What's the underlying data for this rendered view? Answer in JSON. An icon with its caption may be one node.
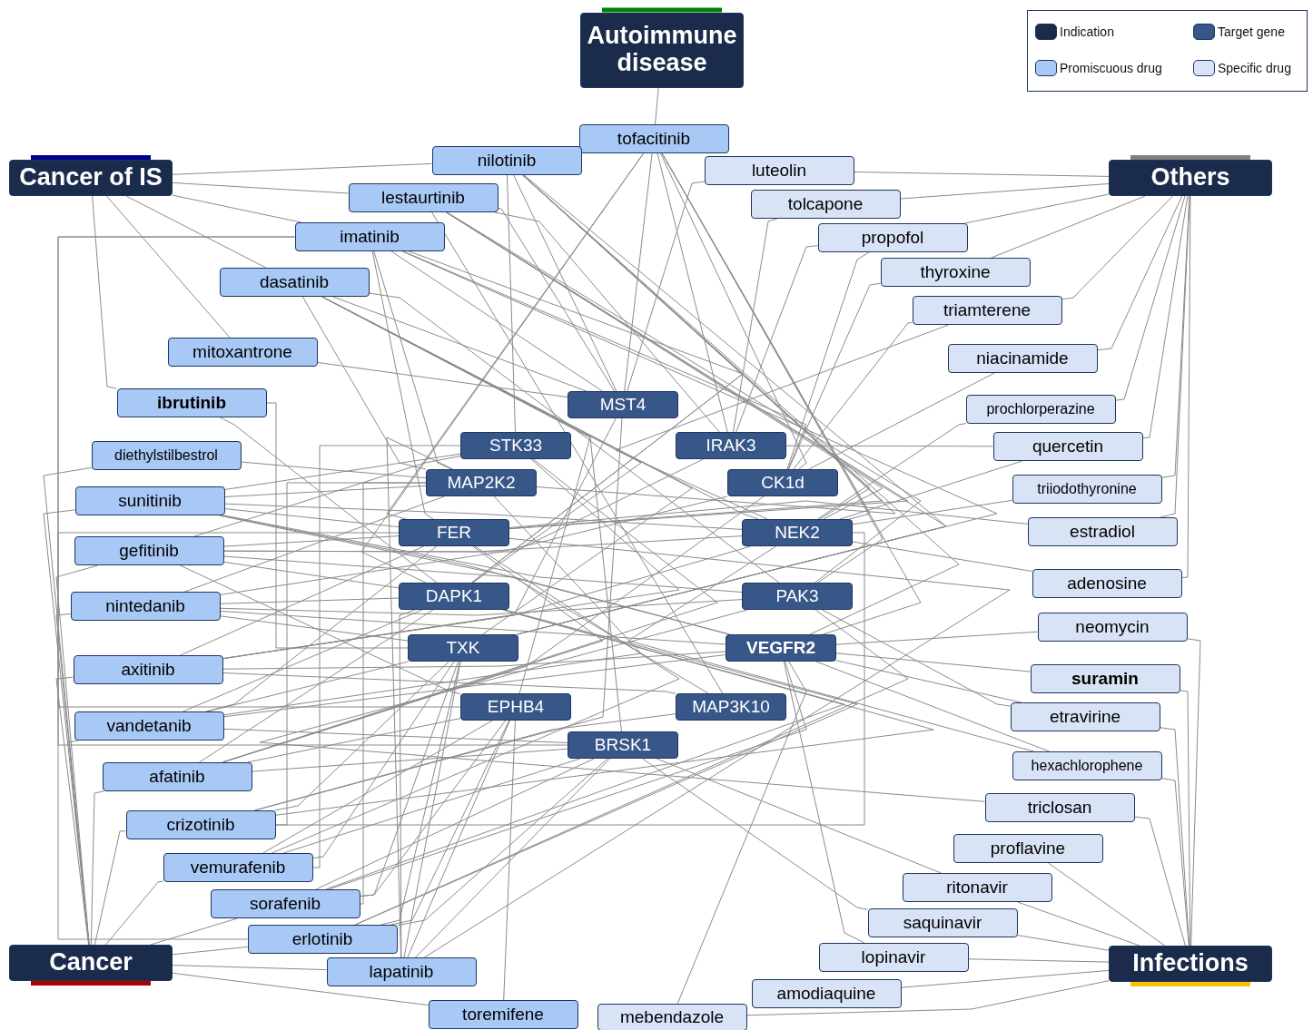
{
  "diagram": {
    "nodes": [
      {
        "text": [
          "Autoimmune disease"
        ]
      },
      {
        "text": [
          "Cancer of IS"
        ]
      },
      {
        "text": [
          "Others"
        ]
      },
      {
        "text": [
          "Cancer"
        ]
      },
      {
        "text": [
          "Infections"
        ]
      },
      {
        "text": [
          "MST4"
        ]
      },
      {
        "text": [
          "STK33"
        ]
      },
      {
        "text": [
          "IRAK3"
        ]
      },
      {
        "text": [
          "MAP2K2"
        ]
      },
      {
        "text": [
          "CK1d"
        ]
      },
      {
        "text": [
          "FER"
        ]
      },
      {
        "text": [
          "NEK2"
        ]
      },
      {
        "text": [
          "DAPK1"
        ]
      },
      {
        "text": [
          "PAK3"
        ]
      },
      {
        "text": [
          "TXK"
        ]
      },
      {
        "text": [
          "VEGFR2"
        ]
      },
      {
        "text": [
          "EPHB4"
        ]
      },
      {
        "text": [
          "MAP3K10"
        ]
      },
      {
        "text": [
          "BRSK1"
        ]
      },
      {
        "text": [
          "tofacitinib"
        ]
      },
      {
        "text": [
          "nilotinib"
        ]
      },
      {
        "text": [
          "lestaurtinib"
        ]
      },
      {
        "text": [
          "imatinib"
        ]
      },
      {
        "text": [
          "dasatinib"
        ]
      },
      {
        "text": [
          "mitoxantrone"
        ]
      },
      {
        "text": [
          "ibrutinib"
        ]
      },
      {
        "text": [
          "diethylstilbestrol"
        ]
      },
      {
        "text": [
          "sunitinib"
        ]
      },
      {
        "text": [
          "gefitinib"
        ]
      },
      {
        "text": [
          "nintedanib"
        ]
      },
      {
        "text": [
          "axitinib"
        ]
      },
      {
        "text": [
          "vandetanib"
        ]
      },
      {
        "text": [
          "afatinib"
        ]
      },
      {
        "text": [
          "crizotinib"
        ]
      },
      {
        "text": [
          "vemurafenib"
        ]
      },
      {
        "text": [
          "sorafenib"
        ]
      },
      {
        "text": [
          "erlotinib"
        ]
      },
      {
        "text": [
          "lapatinib"
        ]
      },
      {
        "text": [
          "toremifene"
        ]
      },
      {
        "text": [
          "luteolin"
        ]
      },
      {
        "text": [
          "tolcapone"
        ]
      },
      {
        "text": [
          "propofol"
        ]
      },
      {
        "text": [
          "thyroxine"
        ]
      },
      {
        "text": [
          "triamterene"
        ]
      },
      {
        "text": [
          "niacinamide"
        ]
      },
      {
        "text": [
          "prochlorperazine"
        ]
      },
      {
        "text": [
          "quercetin"
        ]
      },
      {
        "text": [
          "triiodothyronine"
        ]
      },
      {
        "text": [
          "estradiol"
        ]
      },
      {
        "text": [
          "adenosine"
        ]
      },
      {
        "text": [
          "neomycin"
        ]
      },
      {
        "text": [
          "suramin"
        ]
      },
      {
        "text": [
          "etravirine"
        ]
      },
      {
        "text": [
          "hexachlorophene"
        ]
      },
      {
        "text": [
          "triclosan"
        ]
      },
      {
        "text": [
          "proflavine"
        ]
      },
      {
        "text": [
          "ritonavir"
        ]
      },
      {
        "text": [
          "saquinavir"
        ]
      },
      {
        "text": [
          "lopinavir"
        ]
      },
      {
        "text": [
          "amodiaquine"
        ]
      },
      {
        "text": [
          "mebendazole"
        ]
      }
    ],
    "edges": [
      {
        "from": 19,
        "to": 0,
        "arrow": "none"
      },
      {
        "from": 20,
        "to": 1,
        "arrow": "none"
      },
      {
        "from": 21,
        "to": 1,
        "arrow": "none"
      },
      {
        "from": 22,
        "to": 1,
        "arrow": "none"
      },
      {
        "from": 23,
        "to": 1,
        "arrow": "none"
      },
      {
        "from": 24,
        "to": 1,
        "arrow": "none"
      },
      {
        "from": 25,
        "to": 1,
        "arrow": "none"
      },
      {
        "from": 39,
        "to": 2,
        "arrow": "none"
      },
      {
        "from": 40,
        "to": 2,
        "arrow": "none"
      },
      {
        "from": 41,
        "to": 2,
        "arrow": "none"
      },
      {
        "from": 42,
        "to": 2,
        "arrow": "none"
      },
      {
        "from": 43,
        "to": 2,
        "arrow": "none"
      },
      {
        "from": 44,
        "to": 2,
        "arrow": "none"
      },
      {
        "from": 45,
        "to": 2,
        "arrow": "none"
      },
      {
        "from": 46,
        "to": 2,
        "arrow": "none"
      },
      {
        "from": 47,
        "to": 2,
        "arrow": "none"
      },
      {
        "from": 48,
        "to": 2,
        "arrow": "none"
      },
      {
        "from": 49,
        "to": 2,
        "arrow": "none"
      },
      {
        "from": 26,
        "to": 3,
        "arrow": "none"
      },
      {
        "from": 27,
        "to": 3,
        "arrow": "none"
      },
      {
        "from": 28,
        "to": 3,
        "arrow": "none"
      },
      {
        "from": 29,
        "to": 3,
        "arrow": "none"
      },
      {
        "from": 30,
        "to": 3,
        "arrow": "none"
      },
      {
        "from": 31,
        "to": 3,
        "arrow": "none"
      },
      {
        "from": 32,
        "to": 3,
        "arrow": "none"
      },
      {
        "from": 33,
        "to": 3,
        "arrow": "none"
      },
      {
        "from": 34,
        "to": 3,
        "arrow": "none"
      },
      {
        "from": 35,
        "to": 3,
        "arrow": "none"
      },
      {
        "from": 36,
        "to": 3,
        "arrow": "none"
      },
      {
        "from": 37,
        "to": 3,
        "arrow": "none"
      },
      {
        "from": 38,
        "to": 3,
        "arrow": "none"
      },
      {
        "from": 50,
        "to": 4,
        "arrow": "none"
      },
      {
        "from": 51,
        "to": 4,
        "arrow": "none"
      },
      {
        "from": 52,
        "to": 4,
        "arrow": "none"
      },
      {
        "from": 53,
        "to": 4,
        "arrow": "none"
      },
      {
        "from": 54,
        "to": 4,
        "arrow": "none"
      },
      {
        "from": 55,
        "to": 4,
        "arrow": "none"
      },
      {
        "from": 56,
        "to": 4,
        "arrow": "none"
      },
      {
        "from": 57,
        "to": 4,
        "arrow": "none"
      },
      {
        "from": 58,
        "to": 4,
        "arrow": "none"
      },
      {
        "from": 59,
        "to": 4,
        "arrow": "none"
      },
      {
        "from": 60,
        "to": 4,
        "arrow": "none"
      },
      {
        "from": 19,
        "to": 5,
        "arrow": "none"
      },
      {
        "from": 19,
        "to": 7,
        "arrow": "none"
      },
      {
        "from": 19,
        "to": 9,
        "arrow": "none"
      },
      {
        "from": 19,
        "to": 11,
        "arrow": "none"
      },
      {
        "from": 19,
        "to": 13,
        "arrow": "none"
      },
      {
        "from": 19,
        "to": 15,
        "arrow": "none"
      },
      {
        "from": 19,
        "to": 10,
        "arrow": "none"
      },
      {
        "from": 19,
        "to": 12,
        "arrow": "none"
      },
      {
        "from": 20,
        "to": 6,
        "arrow": "none"
      },
      {
        "from": 20,
        "to": 8,
        "arrow": "none"
      },
      {
        "from": 20,
        "to": 10,
        "arrow": "none"
      },
      {
        "from": 20,
        "to": 12,
        "arrow": "none"
      },
      {
        "from": 20,
        "to": 14,
        "arrow": "none"
      },
      {
        "from": 20,
        "to": 5,
        "arrow": "none"
      },
      {
        "from": 20,
        "to": 11,
        "arrow": "none"
      },
      {
        "from": 20,
        "to": 15,
        "arrow": "none"
      },
      {
        "from": 21,
        "to": 5,
        "arrow": "none"
      },
      {
        "from": 21,
        "to": 7,
        "arrow": "none"
      },
      {
        "from": 21,
        "to": 11,
        "arrow": "none"
      },
      {
        "from": 21,
        "to": 13,
        "arrow": "none"
      },
      {
        "from": 21,
        "to": 17,
        "arrow": "none"
      },
      {
        "from": 21,
        "to": 10,
        "arrow": "none"
      },
      {
        "from": 21,
        "to": 14,
        "arrow": "none"
      },
      {
        "from": 22,
        "to": 8,
        "arrow": "none"
      },
      {
        "from": 22,
        "to": 10,
        "arrow": "none"
      },
      {
        "from": 22,
        "to": 12,
        "arrow": "none"
      },
      {
        "from": 22,
        "to": 14,
        "arrow": "none"
      },
      {
        "from": 22,
        "to": 16,
        "arrow": "none"
      },
      {
        "from": 22,
        "to": 18,
        "arrow": "none"
      },
      {
        "from": 22,
        "to": 5,
        "arrow": "none"
      },
      {
        "from": 22,
        "to": 9,
        "arrow": "none"
      },
      {
        "from": 23,
        "to": 5,
        "arrow": "none"
      },
      {
        "from": 23,
        "to": 8,
        "arrow": "none"
      },
      {
        "from": 23,
        "to": 12,
        "arrow": "none"
      },
      {
        "from": 23,
        "to": 14,
        "arrow": "none"
      },
      {
        "from": 23,
        "to": 16,
        "arrow": "none"
      },
      {
        "from": 23,
        "to": 18,
        "arrow": "none"
      },
      {
        "from": 23,
        "to": 11,
        "arrow": "none"
      },
      {
        "from": 23,
        "to": 13,
        "arrow": "none"
      },
      {
        "from": 24,
        "to": 5,
        "arrow": "none"
      },
      {
        "from": 25,
        "to": 14,
        "arrow": "none"
      },
      {
        "from": 25,
        "to": 12,
        "arrow": "none"
      },
      {
        "from": 26,
        "to": 8,
        "arrow": "none"
      },
      {
        "from": 27,
        "to": 6,
        "arrow": "none"
      },
      {
        "from": 27,
        "to": 8,
        "arrow": "none"
      },
      {
        "from": 27,
        "to": 10,
        "arrow": "none"
      },
      {
        "from": 27,
        "to": 11,
        "arrow": "none"
      },
      {
        "from": 27,
        "to": 13,
        "arrow": "none"
      },
      {
        "from": 27,
        "to": 15,
        "arrow": "none"
      },
      {
        "from": 27,
        "to": 17,
        "arrow": "none"
      },
      {
        "from": 28,
        "to": 6,
        "arrow": "none"
      },
      {
        "from": 28,
        "to": 7,
        "arrow": "none"
      },
      {
        "from": 28,
        "to": 10,
        "arrow": "none"
      },
      {
        "from": 28,
        "to": 12,
        "arrow": "none"
      },
      {
        "from": 28,
        "to": 15,
        "arrow": "none"
      },
      {
        "from": 28,
        "to": 16,
        "arrow": "none"
      },
      {
        "from": 28,
        "to": 11,
        "arrow": "none"
      },
      {
        "from": 29,
        "to": 8,
        "arrow": "none"
      },
      {
        "from": 29,
        "to": 9,
        "arrow": "none"
      },
      {
        "from": 29,
        "to": 12,
        "arrow": "none"
      },
      {
        "from": 29,
        "to": 14,
        "arrow": "none"
      },
      {
        "from": 29,
        "to": 15,
        "arrow": "none"
      },
      {
        "from": 29,
        "to": 13,
        "arrow": "none"
      },
      {
        "from": 30,
        "to": 5,
        "arrow": "none"
      },
      {
        "from": 30,
        "to": 6,
        "arrow": "none"
      },
      {
        "from": 30,
        "to": 10,
        "arrow": "none"
      },
      {
        "from": 30,
        "to": 11,
        "arrow": "none"
      },
      {
        "from": 30,
        "to": 15,
        "arrow": "none"
      },
      {
        "from": 30,
        "to": 17,
        "arrow": "none"
      },
      {
        "from": 31,
        "to": 8,
        "arrow": "none"
      },
      {
        "from": 31,
        "to": 10,
        "arrow": "none"
      },
      {
        "from": 31,
        "to": 12,
        "arrow": "none"
      },
      {
        "from": 31,
        "to": 14,
        "arrow": "none"
      },
      {
        "from": 31,
        "to": 15,
        "arrow": "none"
      },
      {
        "from": 31,
        "to": 18,
        "arrow": "none"
      },
      {
        "from": 32,
        "to": 6,
        "arrow": "none"
      },
      {
        "from": 32,
        "to": 9,
        "arrow": "none"
      },
      {
        "from": 32,
        "to": 10,
        "arrow": "none"
      },
      {
        "from": 32,
        "to": 12,
        "arrow": "none"
      },
      {
        "from": 32,
        "to": 16,
        "arrow": "none"
      },
      {
        "from": 32,
        "to": 18,
        "arrow": "none"
      },
      {
        "from": 33,
        "to": 5,
        "arrow": "none"
      },
      {
        "from": 33,
        "to": 8,
        "arrow": "none"
      },
      {
        "from": 33,
        "to": 12,
        "arrow": "none"
      },
      {
        "from": 33,
        "to": 14,
        "arrow": "none"
      },
      {
        "from": 33,
        "to": 11,
        "arrow": "none"
      },
      {
        "from": 33,
        "to": 17,
        "arrow": "none"
      },
      {
        "from": 34,
        "to": 6,
        "arrow": "none"
      },
      {
        "from": 34,
        "to": 10,
        "arrow": "none"
      },
      {
        "from": 34,
        "to": 14,
        "arrow": "none"
      },
      {
        "from": 34,
        "to": 16,
        "arrow": "none"
      },
      {
        "from": 34,
        "to": 18,
        "arrow": "none"
      },
      {
        "from": 35,
        "to": 8,
        "arrow": "none"
      },
      {
        "from": 35,
        "to": 12,
        "arrow": "none"
      },
      {
        "from": 35,
        "to": 14,
        "arrow": "none"
      },
      {
        "from": 35,
        "to": 16,
        "arrow": "none"
      },
      {
        "from": 35,
        "to": 18,
        "arrow": "none"
      },
      {
        "from": 35,
        "to": 15,
        "arrow": "none"
      },
      {
        "from": 36,
        "to": 10,
        "arrow": "none"
      },
      {
        "from": 36,
        "to": 12,
        "arrow": "none"
      },
      {
        "from": 36,
        "to": 14,
        "arrow": "none"
      },
      {
        "from": 36,
        "to": 16,
        "arrow": "none"
      },
      {
        "from": 36,
        "to": 18,
        "arrow": "none"
      },
      {
        "from": 36,
        "to": 13,
        "arrow": "none"
      },
      {
        "from": 37,
        "to": 8,
        "arrow": "none"
      },
      {
        "from": 37,
        "to": 10,
        "arrow": "none"
      },
      {
        "from": 37,
        "to": 12,
        "arrow": "none"
      },
      {
        "from": 37,
        "to": 14,
        "arrow": "none"
      },
      {
        "from": 37,
        "to": 16,
        "arrow": "none"
      },
      {
        "from": 37,
        "to": 18,
        "arrow": "none"
      },
      {
        "from": 38,
        "to": 16,
        "arrow": "none"
      },
      {
        "from": 39,
        "to": 5,
        "arrow": "none"
      },
      {
        "from": 40,
        "to": 7,
        "arrow": "none"
      },
      {
        "from": 41,
        "to": 7,
        "arrow": "none"
      },
      {
        "from": 41,
        "to": 9,
        "arrow": "none"
      },
      {
        "from": 42,
        "to": 9,
        "arrow": "none"
      },
      {
        "from": 43,
        "to": 11,
        "arrow": "none"
      },
      {
        "from": 43,
        "to": 9,
        "arrow": "none"
      },
      {
        "from": 44,
        "to": 9,
        "arrow": "none"
      },
      {
        "from": 45,
        "to": 11,
        "arrow": "none"
      },
      {
        "from": 46,
        "to": 7,
        "arrow": "none"
      },
      {
        "from": 46,
        "to": 11,
        "arrow": "none"
      },
      {
        "from": 47,
        "to": 11,
        "arrow": "none"
      },
      {
        "from": 48,
        "to": 10,
        "arrow": "none"
      },
      {
        "from": 49,
        "to": 11,
        "arrow": "none"
      },
      {
        "from": 50,
        "to": 15,
        "arrow": "none"
      },
      {
        "from": 51,
        "to": 15,
        "arrow": "none"
      },
      {
        "from": 52,
        "to": 13,
        "arrow": "none"
      },
      {
        "from": 52,
        "to": 15,
        "arrow": "none"
      },
      {
        "from": 53,
        "to": 11,
        "arrow": "none"
      },
      {
        "from": 53,
        "to": 15,
        "arrow": "none"
      },
      {
        "from": 54,
        "to": 13,
        "arrow": "none"
      },
      {
        "from": 56,
        "to": 18,
        "arrow": "none"
      },
      {
        "from": 57,
        "to": 18,
        "arrow": "none"
      },
      {
        "from": 58,
        "to": 15,
        "arrow": "none"
      },
      {
        "from": 60,
        "to": 15,
        "arrow": "none"
      }
    ],
    "legend": [
      {
        "text": "Indication",
        "color": "#1a2b4c"
      },
      {
        "text": "Target gene",
        "color": "#385789"
      },
      {
        "text": "Promiscuous drug",
        "color": "#a8c8f5"
      },
      {
        "text": "Specific drug",
        "color": "#d8e3f5"
      }
    ]
  }
}
